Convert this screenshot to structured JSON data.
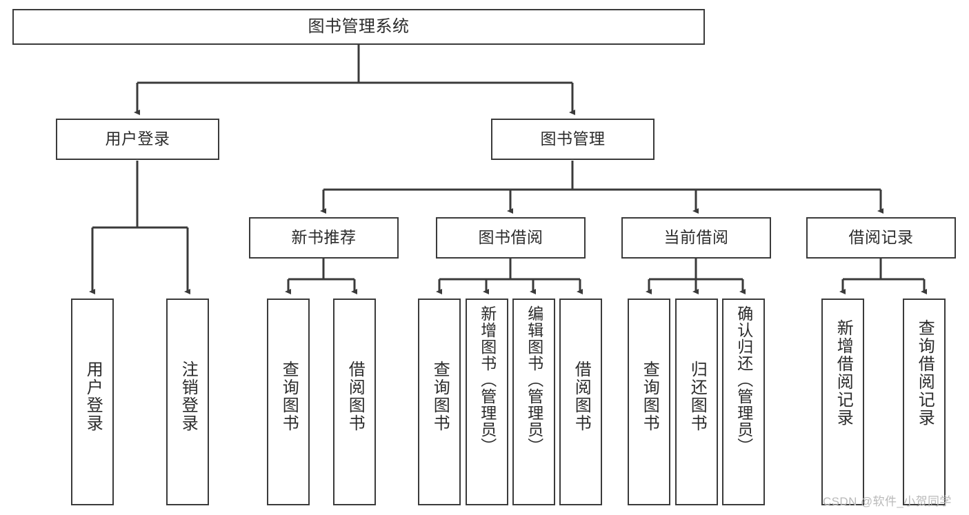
{
  "diagram": {
    "title": "图书管理系统",
    "type": "tree-hierarchy-diagram",
    "stroke_color": "#3a3a3a",
    "text_color": "#2b2b2b",
    "background_color": "#ffffff",
    "root": {
      "label": "图书管理系统"
    },
    "level2": [
      {
        "label": "用户登录"
      },
      {
        "label": "图书管理"
      }
    ],
    "level3": [
      {
        "label": "新书推荐"
      },
      {
        "label": "图书借阅"
      },
      {
        "label": "当前借阅"
      },
      {
        "label": "借阅记录"
      }
    ],
    "leaves": {
      "user_login": [
        {
          "label": "用户登录"
        },
        {
          "label": "注销登录"
        }
      ],
      "new_book_recommend": [
        {
          "label": "查询图书"
        },
        {
          "label": "借阅图书"
        }
      ],
      "book_borrow": [
        {
          "label": "查询图书"
        },
        {
          "label": "新增图书（管理员）"
        },
        {
          "label": "编辑图书（管理员）"
        },
        {
          "label": "借阅图书"
        }
      ],
      "current_borrow": [
        {
          "label": "查询图书"
        },
        {
          "label": "归还图书"
        },
        {
          "label": "确认归还（管理员）"
        }
      ],
      "borrow_record": [
        {
          "label": "新增借阅记录"
        },
        {
          "label": "查询借阅记录"
        }
      ]
    }
  },
  "watermark": {
    "text": "CSDN @软件_小贺同学"
  }
}
